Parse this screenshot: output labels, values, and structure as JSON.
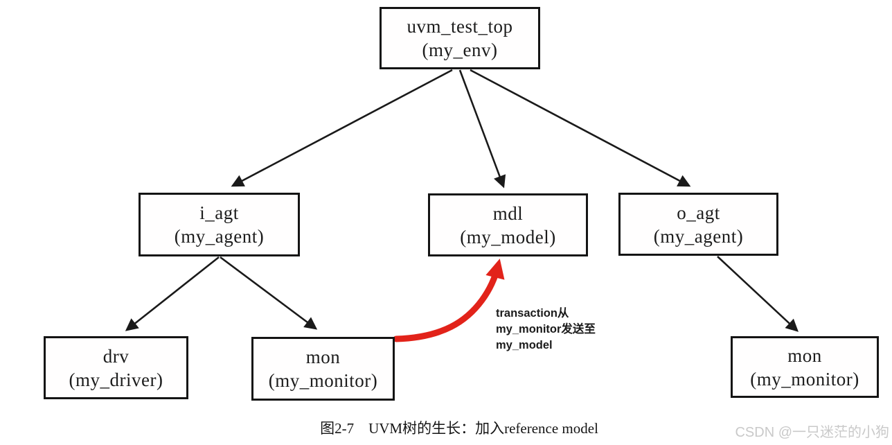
{
  "diagram": {
    "title_semantic": "UVM component tree with reference model",
    "nodes": [
      {
        "id": "uvm_test_top",
        "name": "uvm_test_top",
        "cls": "(my_env)"
      },
      {
        "id": "i_agt",
        "name": "i_agt",
        "cls": "(my_agent)"
      },
      {
        "id": "mdl",
        "name": "mdl",
        "cls": "(my_model)"
      },
      {
        "id": "o_agt",
        "name": "o_agt",
        "cls": "(my_agent)"
      },
      {
        "id": "drv",
        "name": "drv",
        "cls": "(my_driver)"
      },
      {
        "id": "mon_i",
        "name": "mon",
        "cls": "(my_monitor)"
      },
      {
        "id": "mon_o",
        "name": "mon",
        "cls": "(my_monitor)"
      }
    ],
    "edges": [
      {
        "from": "uvm_test_top",
        "to": "i_agt",
        "style": "black-arrow"
      },
      {
        "from": "uvm_test_top",
        "to": "mdl",
        "style": "black-arrow"
      },
      {
        "from": "uvm_test_top",
        "to": "o_agt",
        "style": "black-arrow"
      },
      {
        "from": "i_agt",
        "to": "drv",
        "style": "black-arrow"
      },
      {
        "from": "i_agt",
        "to": "mon_i",
        "style": "black-arrow"
      },
      {
        "from": "o_agt",
        "to": "mon_o",
        "style": "black-arrow"
      },
      {
        "from": "mon_i",
        "to": "mdl",
        "style": "red-freehand-arrow"
      }
    ]
  },
  "annotation": {
    "lines": [
      "transaction从",
      "my_monitor发送至",
      "my_model"
    ]
  },
  "caption": "图2-7　UVM树的生长：加入reference model",
  "watermark": "CSDN @一只迷茫的小狗",
  "colors": {
    "box_border": "#141414",
    "arrow_black": "#1a1a1a",
    "arrow_red": "#e2231a",
    "watermark_gray": "#c9c9c9"
  }
}
